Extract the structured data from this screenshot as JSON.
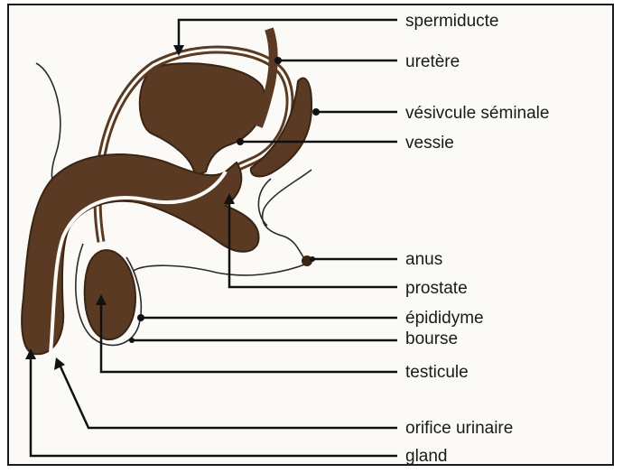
{
  "diagram": {
    "labels": {
      "spermiducte": "spermiducte",
      "uretere": "uretère",
      "vesicule": "vésivcule séminale",
      "vessie": "vessie",
      "anus": "anus",
      "prostate": "prostate",
      "epididyme": "épididyme",
      "bourse": "bourse",
      "testicule": "testicule",
      "orifice": "orifice urinaire",
      "gland": "gland"
    },
    "colors": {
      "tissue": "#5a3a22",
      "tissue_dark": "#3a2414",
      "outline": "#2a2a2a",
      "leader": "#111111"
    }
  }
}
